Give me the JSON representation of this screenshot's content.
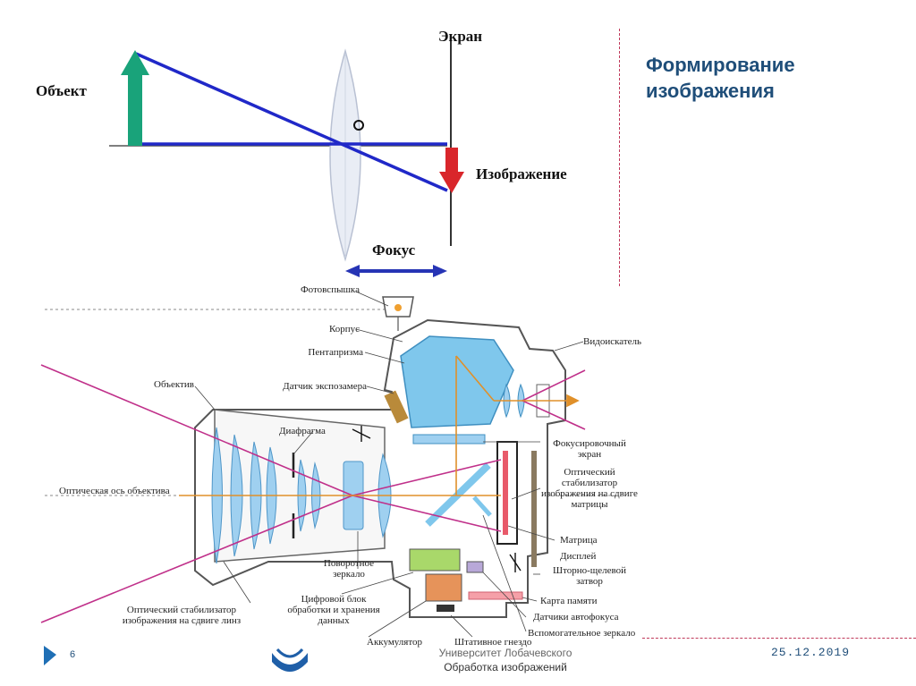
{
  "slide": {
    "title": "Формирование изображения",
    "number": "6",
    "date": "25.12.2019",
    "org_line1": "Университет Лобачевского",
    "org_line2": "Обработка изображений"
  },
  "lens_diagram": {
    "object_label": "Объект",
    "screen_label": "Экран",
    "image_label": "Изображение",
    "focus_label": "Фокус",
    "colors": {
      "object_arrow": "#19a37a",
      "image_arrow": "#d9262b",
      "ray": "#1f23c8",
      "lens": "#e6eaf3"
    }
  },
  "camera_diagram": {
    "labels": {
      "flash": "Фотовспышка",
      "body": "Корпус",
      "pentaprism": "Пентапризма",
      "exposure_sensor": "Датчик экспозамера",
      "lens": "Объектив",
      "aperture": "Диафрагма",
      "optical_axis": "Оптическая ось объектива",
      "mirror": "Поворотное зеркало",
      "lens_stabilizer": "Оптический стабилизатор изображения на сдвиге линз",
      "digital_block": "Цифровой блок обработки и хранения данных",
      "battery": "Аккумулятор",
      "tripod": "Штативное гнездо",
      "viewfinder": "Видоискатель",
      "focus_screen": "Фокусировочный экран",
      "matrix_stabilizer": "Оптический стабилизатор изображения на сдвиге матрицы",
      "matrix": "Матрица",
      "display": "Дисплей",
      "shutter": "Шторно-щелевой затвор",
      "memory_card": "Карта памяти",
      "af_sensors": "Датчики автофокуса",
      "aux_mirror": "Вспомогательное зеркало"
    }
  }
}
